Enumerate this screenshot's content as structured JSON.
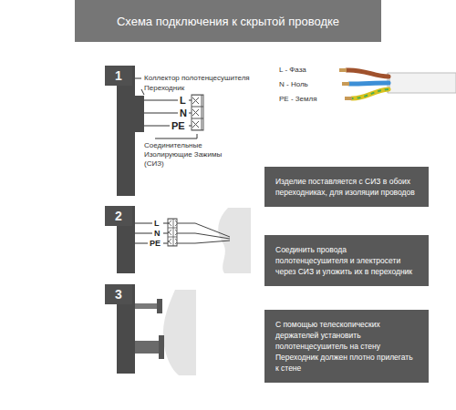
{
  "diagram": {
    "title": "Схема подключения к скрытой проводке",
    "nodes": [
      {
        "text": [
          "1"
        ]
      },
      {
        "text": [
          "Изделие поставляется с СИЗ в обоих переходниках, для изоляции проводов"
        ]
      },
      {
        "text": [
          "2"
        ]
      },
      {
        "text": [
          "Соединить провода полотенцесушителя и электросети через СИЗ и уложить их в переходник"
        ]
      },
      {
        "text": [
          "3"
        ]
      },
      {
        "text": [
          "С помощью телескопических держателей установить полотенцесушитель на стену Переходник должен плотно прилегать к стене"
        ]
      }
    ],
    "labels": [
      "Коллектор полотенцесушителя",
      "Переходник",
      "L",
      "N",
      "PE",
      "Соединительные Изолирующие Зажимы (СИЗ)",
      "L - Фаза",
      "N - Ноль",
      "PE - Земля",
      "L",
      "N",
      "PE"
    ]
  }
}
